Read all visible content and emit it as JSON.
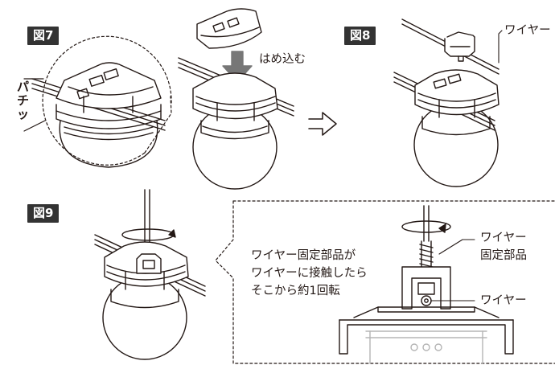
{
  "figures": {
    "fig7": "図7",
    "fig8": "図8",
    "fig9": "図9"
  },
  "labels": {
    "snap_sound": "パチッ",
    "press_in": "はめ込む",
    "wire_fig8": "ワイヤー",
    "instruction_line1": "ワイヤー固定部品が",
    "instruction_line2": "ワイヤーに接触したら",
    "instruction_line3": "そこから約1回転",
    "callout_fixing_part_line1": "ワイヤー",
    "callout_fixing_part_line2": "固定部品",
    "callout_wire": "ワイヤー"
  },
  "colors": {
    "line": "#231815",
    "arrow_fill": "#777777",
    "label_bg": "#333333",
    "label_text": "#ffffff"
  },
  "icons": {
    "step_arrow": "hollow-right-arrow-icon",
    "rotation": "circular-rotation-arrow-icon"
  }
}
